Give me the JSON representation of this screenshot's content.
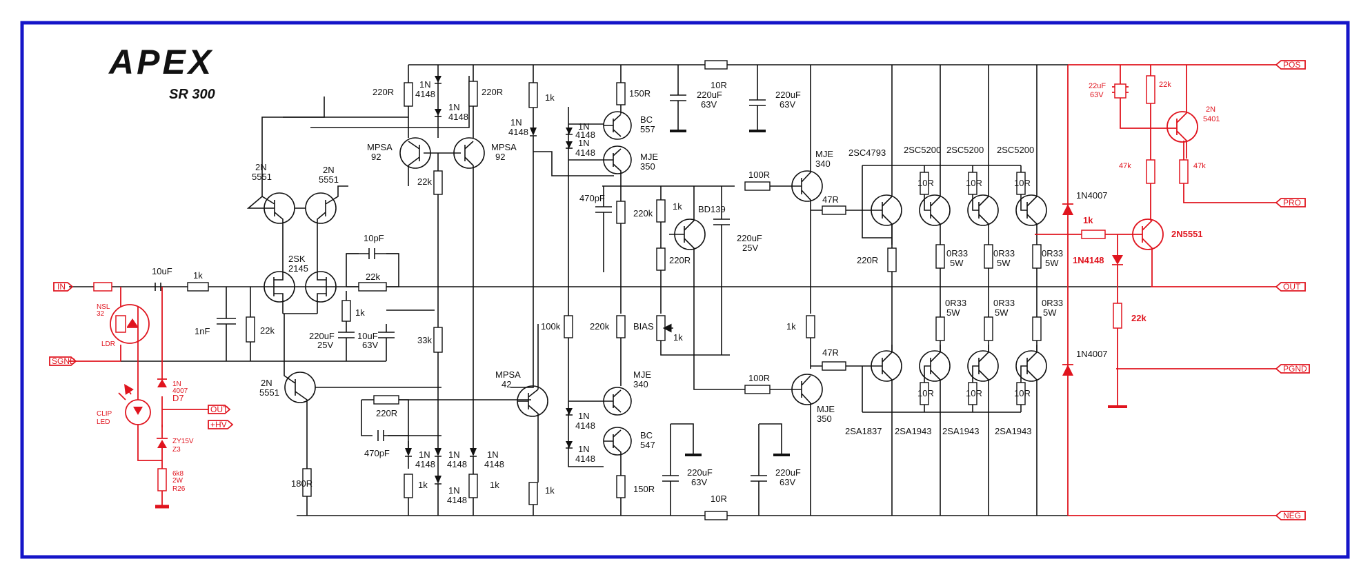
{
  "brand": {
    "logo": "APEX",
    "model": "SR 300"
  },
  "terminals": {
    "in": "IN",
    "sgnd": "SGND",
    "out_left": "OUT",
    "hv": "+HV",
    "pos": "POS",
    "pro": "PRO",
    "out": "OUT",
    "pgnd": "PGND",
    "neg": "NEG"
  },
  "colors": {
    "border": "#1515c8",
    "wire": "#111111",
    "protection": "#e0141e"
  },
  "labels": {
    "nsl": "NSL",
    "n32": "32",
    "ldr": "LDR",
    "clip": "CLIP",
    "led": "LED",
    "d7a": "1N",
    "d7b": "4007",
    "d7c": "D7",
    "z3a": "ZY15V",
    "z3b": "Z3",
    "r26a": "6k8",
    "r26b": "2W",
    "r26c": "R26",
    "c10u": "10uF",
    "r1k_in": "1k",
    "c1n": "1nF",
    "r22k_in": "22k",
    "q2n_a1": "2N",
    "q2n_a2": "5551",
    "q2n_b1": "2N",
    "q2n_b2": "5551",
    "jf1": "2SK",
    "jf2": "2145",
    "c10p": "10pF",
    "r22k_fb": "22k",
    "r1k_fb": "1k",
    "c220_25a": "220uF",
    "c220_25b": "25V",
    "c10u63a": "10uF",
    "c10u63b": "63V",
    "q2n_c1": "2N",
    "q2n_c2": "5551",
    "r180": "180R",
    "r220_top": "220R",
    "d1a": "1N",
    "d1b": "4148",
    "d2a": "1N",
    "d2b": "4148",
    "r220_top2": "220R",
    "mpsa92a1": "MPSA",
    "mpsa92a2": "92",
    "mpsa92b1": "MPSA",
    "mpsa92b2": "92",
    "r22k_mid": "22k",
    "r33k": "33k",
    "r220_low": "220R",
    "c470_low": "470pF",
    "d3a": "1N",
    "d3b": "4148",
    "d4a": "1N",
    "d4b": "4148",
    "d5a": "1N",
    "d5b": "4148",
    "d6a": "1N",
    "d6b": "4148",
    "r1k_l1": "1k",
    "r1k_l2": "1k",
    "r1k_top_vas": "1k",
    "dvas_a": "1N",
    "dvas_b": "4148",
    "mpsa42a": "MPSA",
    "mpsa42b": "42",
    "r100k": "100k",
    "r1k_bot_vas": "1k",
    "r150_top": "150R",
    "bc557a": "BC",
    "bc557b": "557",
    "dbc1a": "1N",
    "dbc1b": "4148",
    "dbc2a": "1N",
    "dbc2b": "4148",
    "mje350a": "MJE",
    "mje350b": "350",
    "c470_vas": "470pF",
    "r220k_a": "220k",
    "r220k_b": "220k",
    "mje340a": "MJE",
    "mje340b": "340",
    "dlow1a": "1N",
    "dlow1b": "4148",
    "dlow2a": "1N",
    "dlow2b": "4148",
    "bc547a": "BC",
    "bc547b": "547",
    "r150_bot": "150R",
    "r1k_bias": "1k",
    "bd139": "BD139",
    "r220_bias": "220R",
    "bias": "BIAS",
    "r1k_pot": "1k",
    "c220_bias_a": "220uF",
    "c220_bias_b": "25V",
    "r10_top": "10R",
    "c220_t1a": "220uF",
    "c220_t1b": "63V",
    "c220_t2a": "220uF",
    "c220_t2b": "63V",
    "r10_bot": "10R",
    "c220_b1a": "220uF",
    "c220_b1b": "63V",
    "c220_b2a": "220uF",
    "c220_b2b": "63V",
    "r100_top": "100R",
    "r100_bot": "100R",
    "mje340_dr_a": "MJE",
    "mje340_dr_b": "340",
    "mje350_dr_a": "MJE",
    "mje350_dr_b": "350",
    "r47_top": "47R",
    "r47_bot": "47R",
    "r1k_dr": "1k",
    "q2sc4793": "2SC4793",
    "q2sc5200a": "2SC5200",
    "q2sc5200b": "2SC5200",
    "q2sc5200c": "2SC5200",
    "r220_out": "220R",
    "r10a": "10R",
    "r10b": "10R",
    "r10c": "10R",
    "r033a1": "0R33",
    "r033a2": "5W",
    "r033b1": "0R33",
    "r033b2": "5W",
    "r033c1": "0R33",
    "r033c2": "5W",
    "r033d1": "0R33",
    "r033d2": "5W",
    "r033e1": "0R33",
    "r033e2": "5W",
    "r033f1": "0R33",
    "r033f2": "5W",
    "r10d": "10R",
    "r10e": "10R",
    "r10f": "10R",
    "q2sa1837": "2SA1837",
    "q2sa1943a": "2SA1943",
    "q2sa1943b": "2SA1943",
    "q2sa1943c": "2SA1943",
    "d1n4007a": "1N4007",
    "d1n4007b": "1N4007",
    "c22ua": "22uF",
    "c22ub": "63V",
    "r22k_p1": "22k",
    "q5401a": "2N",
    "q5401b": "5401",
    "r47k_a": "47k",
    "r47k_b": "47k",
    "r1k_p": "1k",
    "d1n4148_p": "1N4148",
    "q2n5551_p": "2N5551",
    "r22k_p2": "22k"
  }
}
